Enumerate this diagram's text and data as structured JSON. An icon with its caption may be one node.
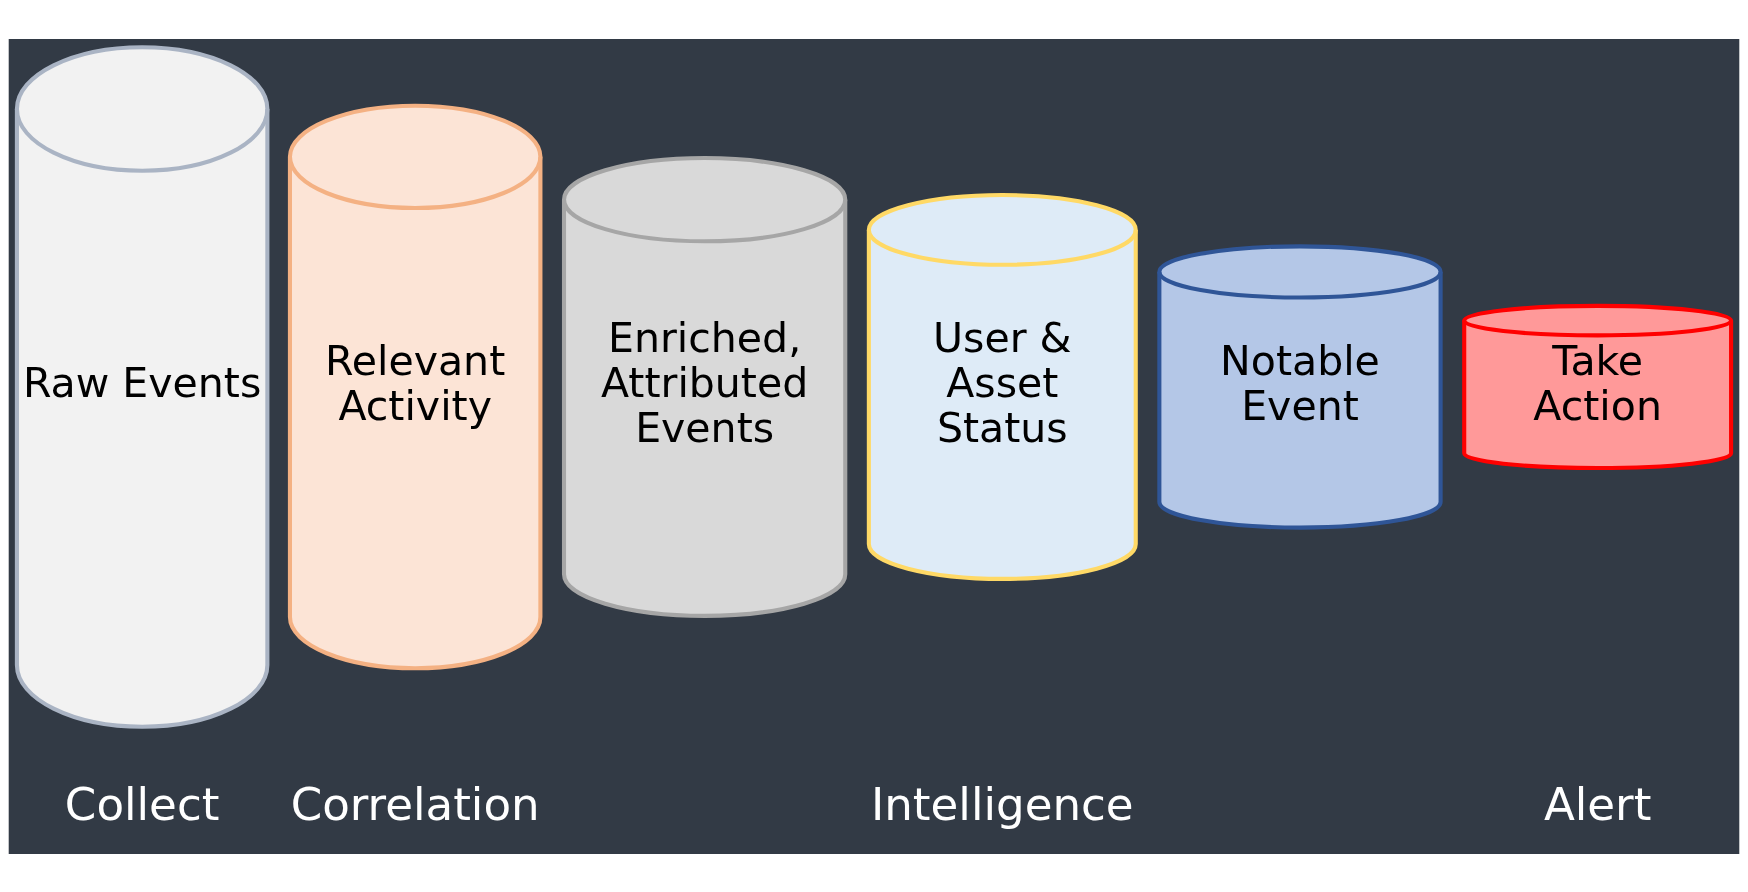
{
  "diagram": {
    "nodes": [
      {
        "text": [
          "Raw Events"
        ]
      },
      {
        "text": [
          "Relevant Activity"
        ]
      },
      {
        "text": [
          "Enriched, Attributed Events"
        ]
      },
      {
        "text": [
          "User & Asset Status"
        ]
      },
      {
        "text": [
          "Notable Event"
        ]
      },
      {
        "text": [
          "Take Action"
        ]
      }
    ],
    "labels": [
      "Collect",
      "Correlation",
      "Intelligence",
      "Alert"
    ]
  }
}
